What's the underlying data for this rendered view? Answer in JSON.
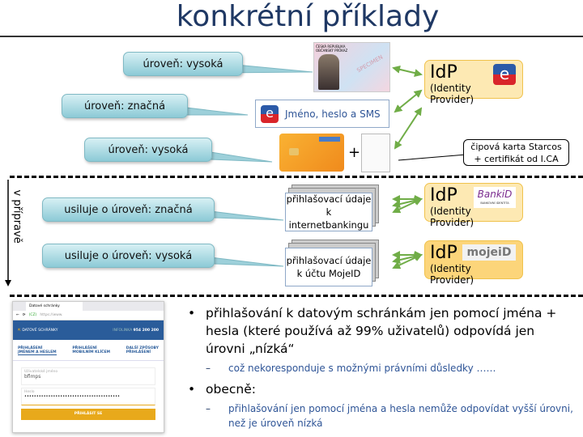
{
  "title": "konkrétní příklady",
  "top": {
    "callouts": [
      "úroveň: vysoká",
      "úroveň: značná",
      "úroveň: vysoká"
    ],
    "sms_box": "Jméno, heslo a SMS",
    "id_card": {
      "header1": "ČESKÁ REPUBLIKA",
      "header2": "OBČANSKÝ PRŮKAZ",
      "watermark": "SPECIMEN"
    },
    "plus": "+",
    "idp": {
      "title": "IdP",
      "subtitle": "(Identity Provider)"
    },
    "note": [
      "čipová karta Starcos",
      "+ certifikát od I.CA"
    ]
  },
  "prep": {
    "label": "v přípravě",
    "callouts": [
      "usiluje  o úroveň: značná",
      "usiluje  o úroveň: vysoká"
    ],
    "stacks": [
      [
        "přihlašovací údaje",
        "k internetbankingu"
      ],
      [
        "přihlašovací údaje",
        "k účtu MojeID"
      ]
    ],
    "idps": [
      {
        "title": "IdP",
        "subtitle": "(Identity Provider)",
        "logo": "BankiD",
        "logo_sub": "BANKOVNÍ IDENTITA"
      },
      {
        "title": "IdP",
        "subtitle": "(Identity Provider)",
        "logo": "mojeiD"
      }
    ]
  },
  "browser": {
    "tab": "Datové schránky",
    "url": "https://www.",
    "cz": "(CZ)",
    "brand": [
      "DATOVÉ",
      "SCHRÁNKY"
    ],
    "infolinka": "INFOLINKA",
    "phone": "954 200 200",
    "tabs": [
      [
        "PŘIHLÁŠENÍ",
        "JMÉNEM A HESLEM"
      ],
      [
        "PŘIHLÁŠENÍ",
        "MOBILNÍM KLÍČEM"
      ],
      [
        "DALŠÍ ZPŮSOBY",
        "PŘIHLÁŠENÍ"
      ]
    ],
    "user_label": "Uživatelské jméno",
    "user_value": "bflmps",
    "pass_label": "Heslo",
    "pass_value": "••••••••••••••••••••••••••••••••••••••••",
    "login": "PŘIHLÁSIT SE"
  },
  "bullets": [
    {
      "text": "přihlašování k datovým schránkám jen pomocí jména + hesla (které používá až 99% uživatelů) odpovídá jen úrovni „nízká“",
      "sub": "což nekoresponduje  s možnými právními důsledky ……"
    },
    {
      "text": "obecně:",
      "sub": "přihlašování jen pomocí jména a hesla nemůže odpovídat vyšší úrovni, než je úroveň nízká"
    }
  ],
  "colors": {
    "title": "#1f3864",
    "accent": "#70ad47",
    "idp_bg": "#fde9b3",
    "callout": "#8ccad6",
    "ds_blue": "#2a5c9a",
    "ds_yellow": "#e8a91b"
  }
}
